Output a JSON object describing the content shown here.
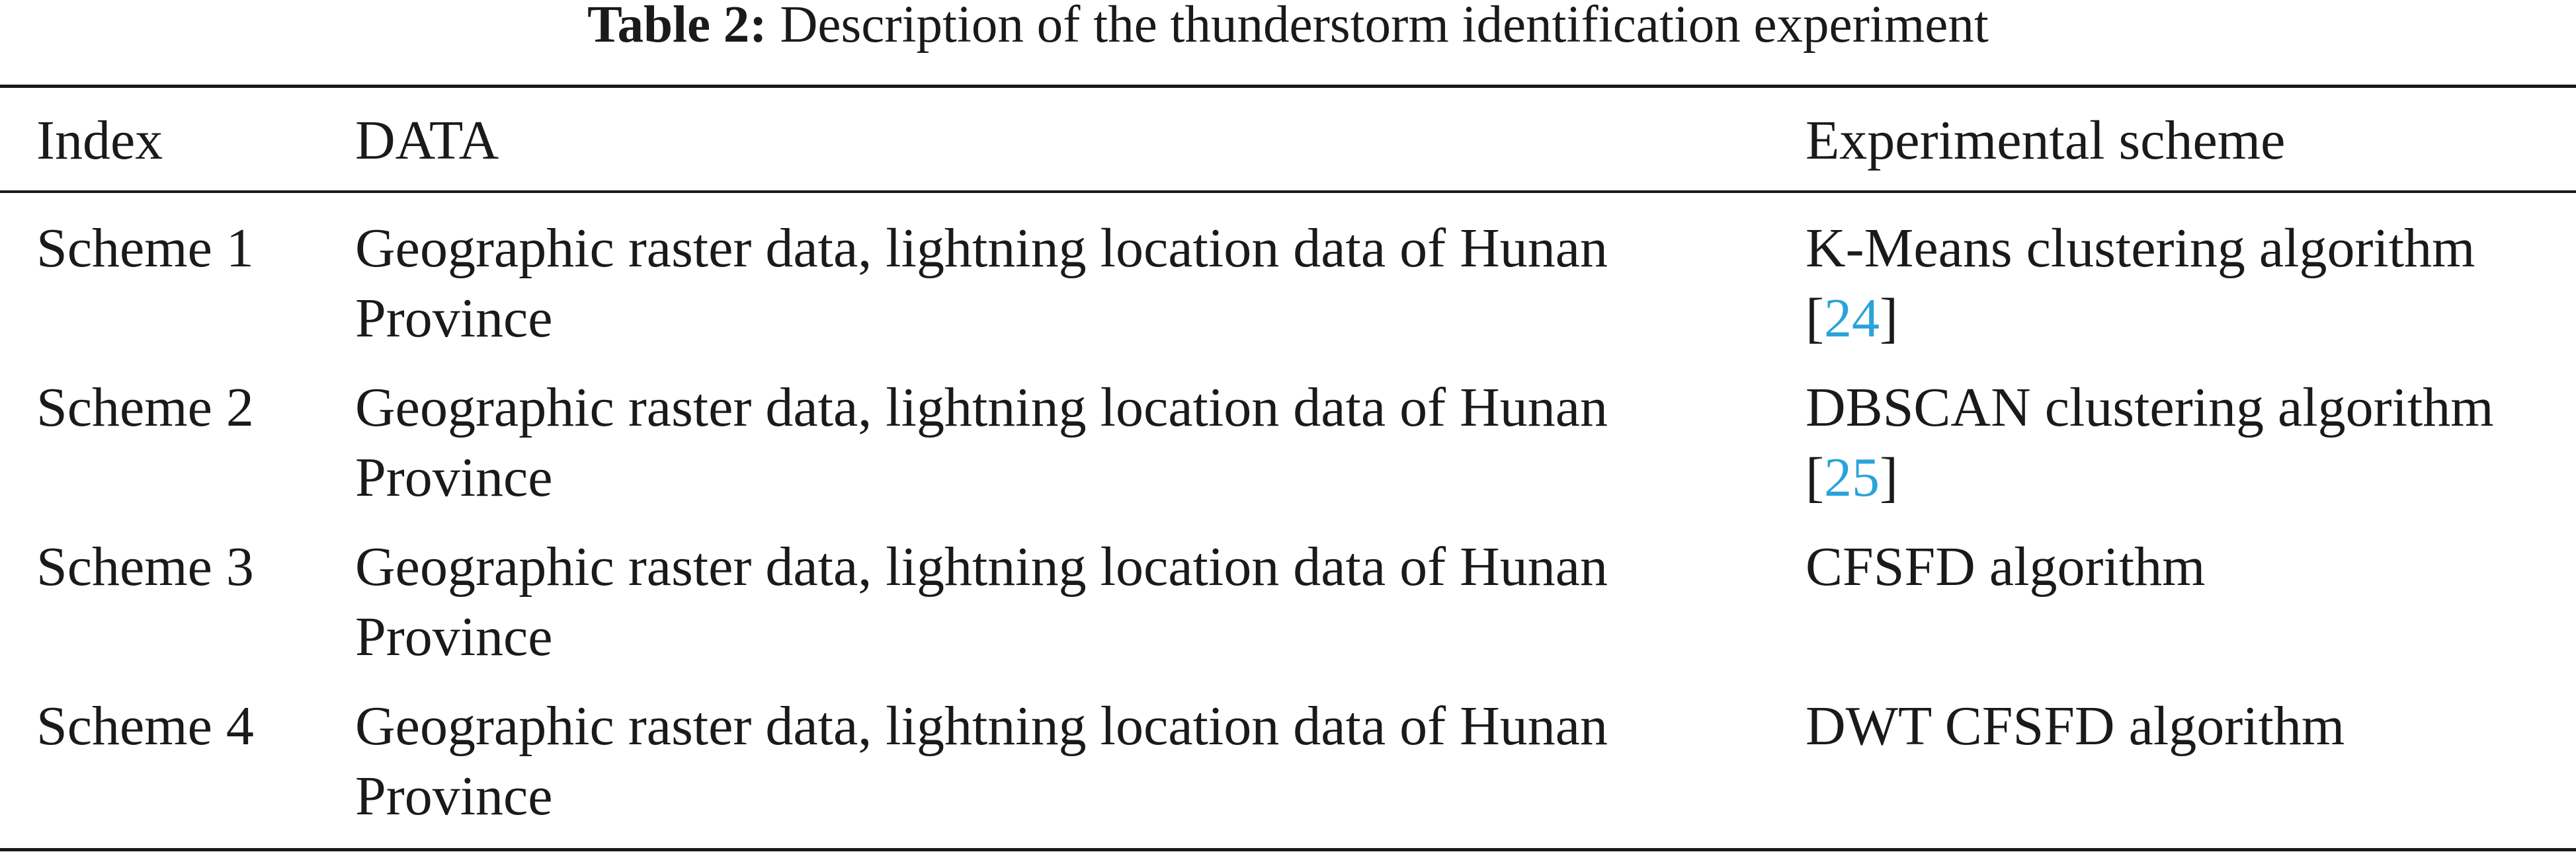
{
  "caption": {
    "label": "Table 2:",
    "text": "Description of the thunderstorm identification experiment"
  },
  "columns": [
    "Index",
    "DATA",
    "Experimental scheme"
  ],
  "rows": [
    {
      "index": "Scheme 1",
      "data_line1": "Geographic raster data, lightning location data of Hunan",
      "data_line2": "Province",
      "scheme_line1": "K-Means clustering algorithm",
      "cite_open": "[",
      "cite_num": "24",
      "cite_close": "]"
    },
    {
      "index": "Scheme 2",
      "data_line1": "Geographic raster data, lightning location data of Hunan",
      "data_line2": "Province",
      "scheme_line1": "DBSCAN clustering algorithm",
      "cite_open": "[",
      "cite_num": "25",
      "cite_close": "]"
    },
    {
      "index": "Scheme 3",
      "data_line1": "Geographic raster data, lightning location data of Hunan",
      "data_line2": "Province",
      "scheme_line1": "CFSFD algorithm"
    },
    {
      "index": "Scheme 4",
      "data_line1": "Geographic raster data, lightning location data of Hunan",
      "data_line2": "Province",
      "scheme_line1": "DWT CFSFD algorithm"
    }
  ],
  "colors": {
    "text": "#1a1a1a",
    "citation": "#2aa3d9"
  }
}
